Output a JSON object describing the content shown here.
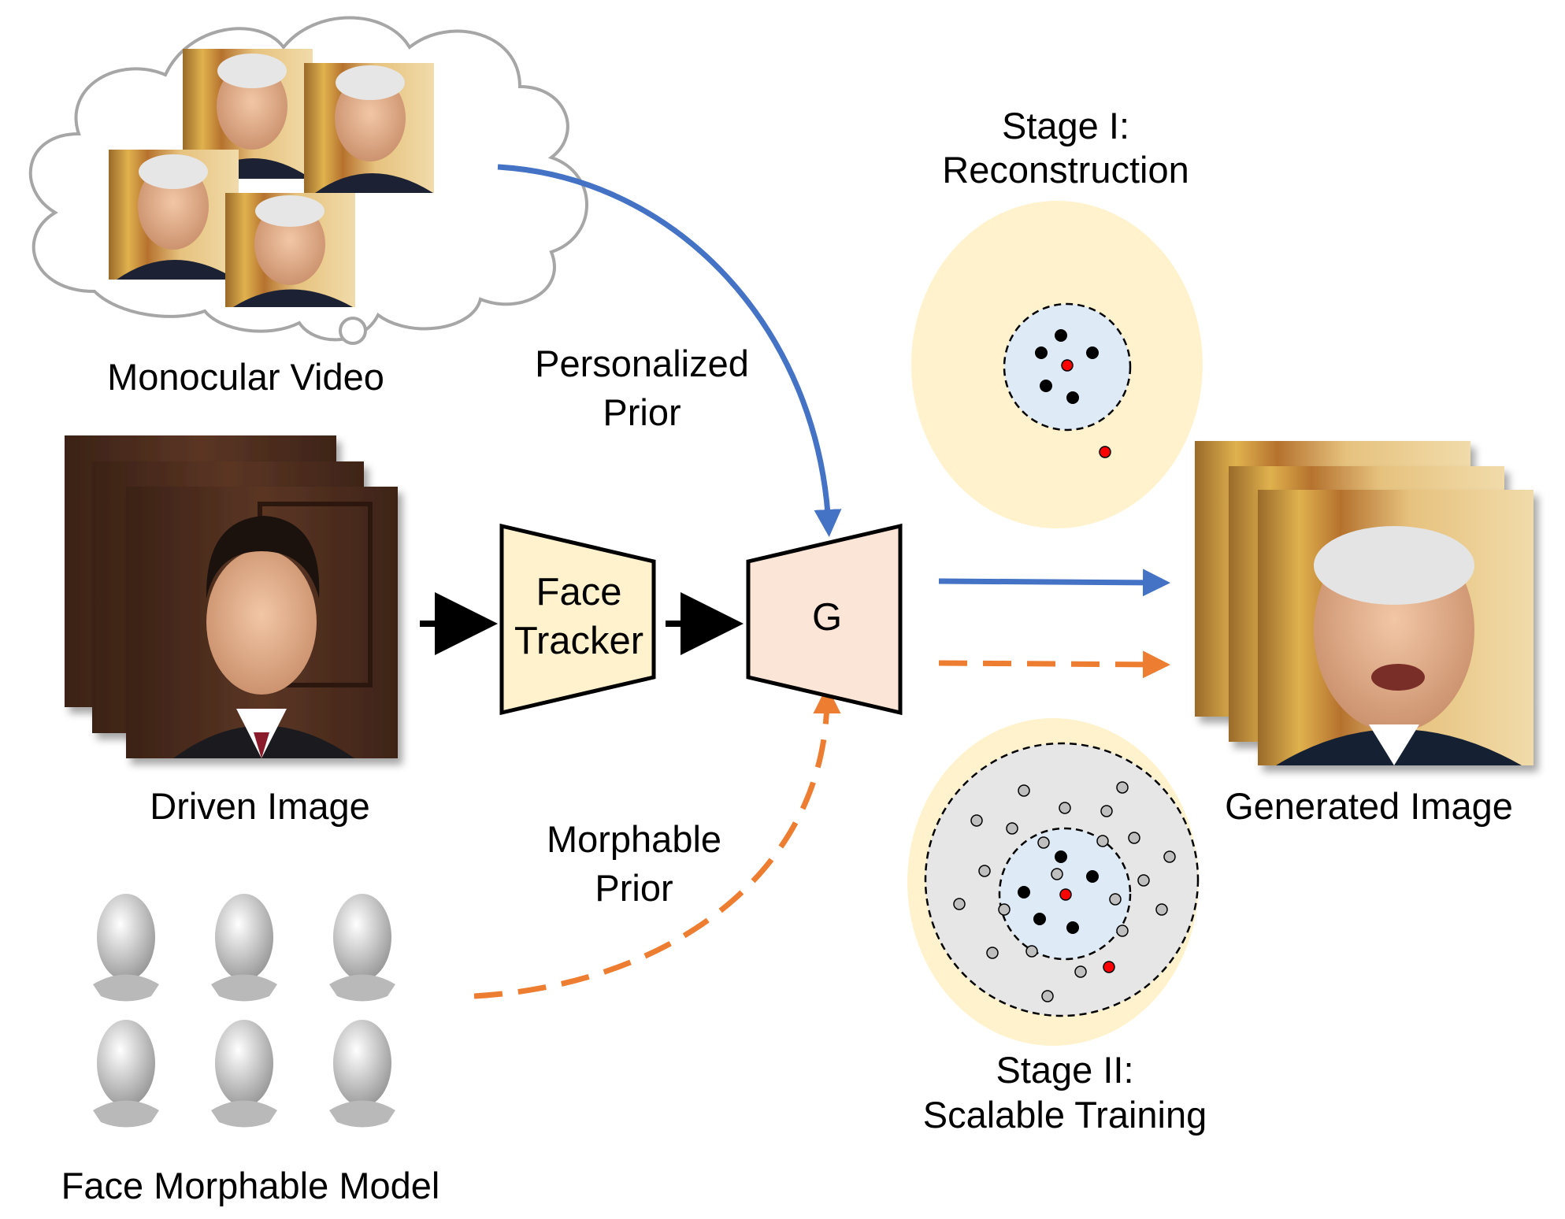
{
  "labels": {
    "monocular_video": "Monocular Video",
    "driven_image": "Driven Image",
    "face_morphable_model": "Face Morphable Model",
    "personalized_prior_line1": "Personalized",
    "personalized_prior_line2": "Prior",
    "morphable_prior_line1": "Morphable",
    "morphable_prior_line2": "Prior",
    "face_tracker_line1": "Face",
    "face_tracker_line2": "Tracker",
    "generator": "G",
    "stage1_line1": "Stage I:",
    "stage1_line2": "Reconstruction",
    "stage2_line1": "Stage II:",
    "stage2_line2": "Scalable Training",
    "generated_image": "Generated Image"
  },
  "colors": {
    "blue_arrow": "#4472C4",
    "orange_arrow": "#ED7D31",
    "face_tracker_fill": "#FFF2CC",
    "generator_fill": "#FBE5D6",
    "stage_outer_fill": "#FFF2CC",
    "inner_blue_fill": "#DEEBF7",
    "middle_gray_fill": "#E7E6E6",
    "red_dot": "#FF0000"
  }
}
